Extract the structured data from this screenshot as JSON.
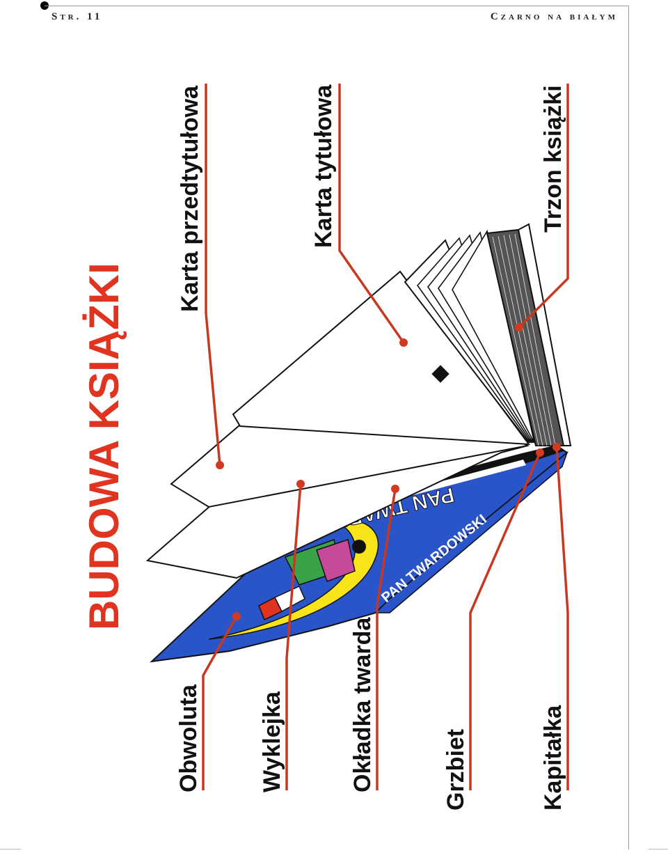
{
  "header": {
    "page_label": "Str. 11",
    "section_label": "Czarno na białym"
  },
  "diagram": {
    "title": "BUDOWA KSIĄŻKI",
    "labels": {
      "karta_przedtytulowa": "Karta przedtytułowa",
      "karta_tytulowa": "Karta tytułowa",
      "trzon_ksiazki": "Trzon książki",
      "obwoluta": "Obwoluta",
      "wyklejka": "Wyklejka",
      "okladka_twarda": "Okładka twarda",
      "grzbiet": "Grzbiet",
      "kapitalka": "Kapitałka"
    },
    "cover_text": {
      "front": "PAN TWARDOWSKI",
      "jacket": "PAN TWARDOWSKI"
    },
    "colors": {
      "title": "#e03420",
      "leader": "#c8371f",
      "cover_blue": "#2a55c8",
      "moon_yellow": "#f7e51a"
    }
  }
}
